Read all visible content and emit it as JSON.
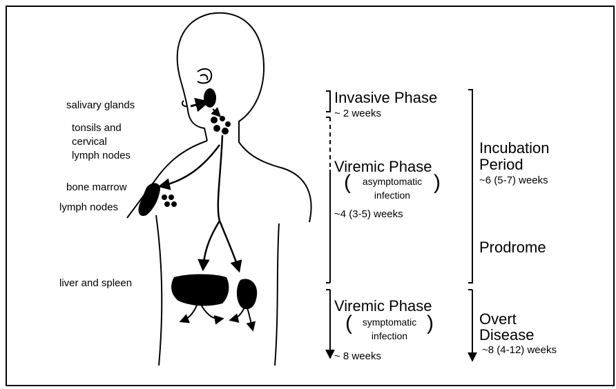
{
  "organs": {
    "salivary_glands": "salivary glands",
    "tonsils_line1": "tonsils and",
    "tonsils_line2": "cervical",
    "tonsils_line3": "lymph nodes",
    "bone_marrow": "bone marrow",
    "lymph_nodes": "lymph nodes",
    "liver_spleen": "liver and spleen"
  },
  "phases": {
    "invasive": {
      "title": "Invasive Phase",
      "duration": "~ 2 weeks"
    },
    "viremic_asymptomatic": {
      "title": "Viremic Phase",
      "sub1": "asymptomatic",
      "sub2": "infection",
      "duration": "~4 (3-5) weeks"
    },
    "viremic_symptomatic": {
      "title": "Viremic Phase",
      "sub1": "symptomatic",
      "sub2": "infection",
      "duration": "~ 8 weeks"
    }
  },
  "periods": {
    "incubation": {
      "line1": "Incubation",
      "line2": "Period",
      "duration": "~6 (5-7) weeks"
    },
    "prodrome": "Prodrome",
    "overt": {
      "line1": "Overt",
      "line2": "Disease",
      "duration": "~8 (4-12) weeks"
    }
  }
}
